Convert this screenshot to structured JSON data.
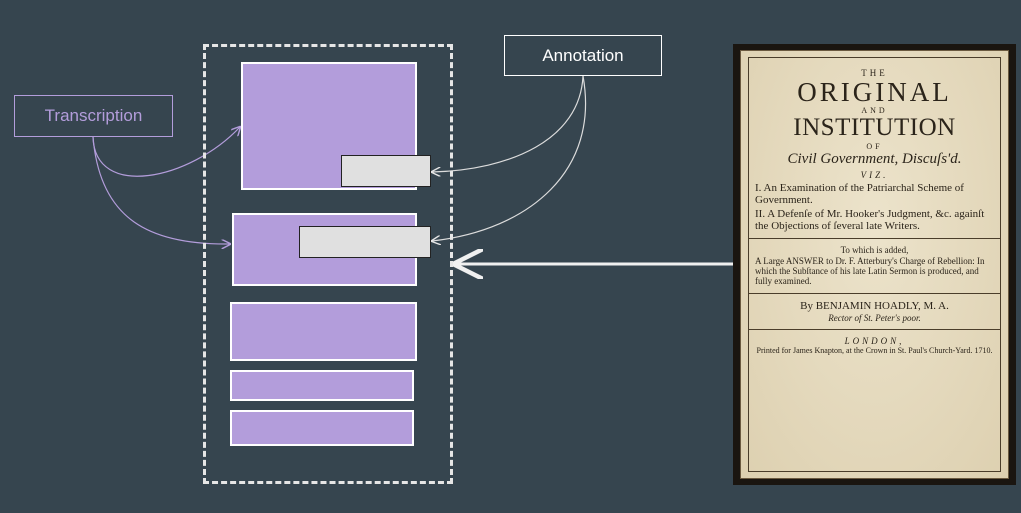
{
  "labels": {
    "transcription": "Transcription",
    "annotation": "Annotation"
  },
  "colors": {
    "background": "#36454f",
    "transcription": "#b39ddb",
    "annotation": "#ffffff",
    "region_fill": "#b39ddb",
    "note_fill": "#e0e0e0"
  },
  "document": {
    "the": "THE",
    "title_1": "ORIGINAL",
    "and": "AND",
    "title_2": "INSTITUTION",
    "of": "OF",
    "subtitle": "Civil Government, Discuſs'd.",
    "viz": "VIZ.",
    "item_1": "I. An Examination of the Patriarchal Scheme of Government.",
    "item_2": "II. A Defenſe of Mr. Hooker's Judgment, &c. againſt the Objections of ſeveral late Writers.",
    "added_1": "To which is added,",
    "added_2": "A Large ANSWER to Dr. F. Atterbury's Charge of Rebellion: In which the Subſtance of his late Latin Sermon is produced, and fully examined.",
    "author": "By BENJAMIN HOADLY, M. A.",
    "author_role": "Rector of St. Peter's poor.",
    "place": "LONDON,",
    "imprint": "Printed for James Knapton, at the Crown in St. Paul's Church-Yard. 1710."
  }
}
